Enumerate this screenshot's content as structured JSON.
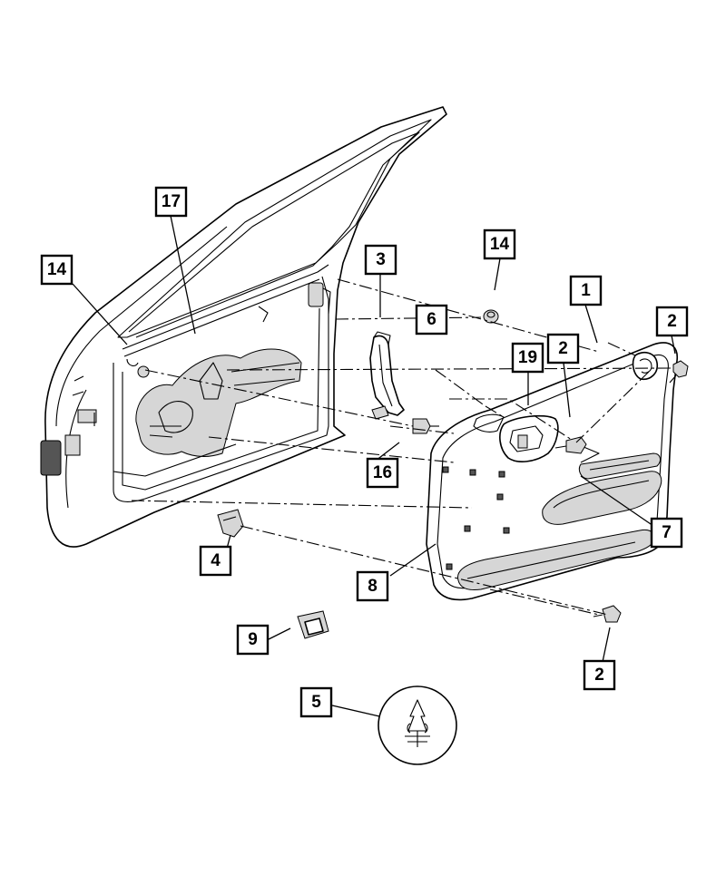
{
  "diagram": {
    "callouts": [
      {
        "id": "c17",
        "label": "17"
      },
      {
        "id": "c14a",
        "label": "14"
      },
      {
        "id": "c3",
        "label": "3"
      },
      {
        "id": "c14b",
        "label": "14"
      },
      {
        "id": "c6",
        "label": "6"
      },
      {
        "id": "c1",
        "label": "1"
      },
      {
        "id": "c2a",
        "label": "2"
      },
      {
        "id": "c19",
        "label": "19"
      },
      {
        "id": "c2b",
        "label": "2"
      },
      {
        "id": "c16",
        "label": "16"
      },
      {
        "id": "c7",
        "label": "7"
      },
      {
        "id": "c4",
        "label": "4"
      },
      {
        "id": "c8",
        "label": "8"
      },
      {
        "id": "c9",
        "label": "9"
      },
      {
        "id": "c2c",
        "label": "2"
      },
      {
        "id": "c5",
        "label": "5"
      }
    ]
  }
}
